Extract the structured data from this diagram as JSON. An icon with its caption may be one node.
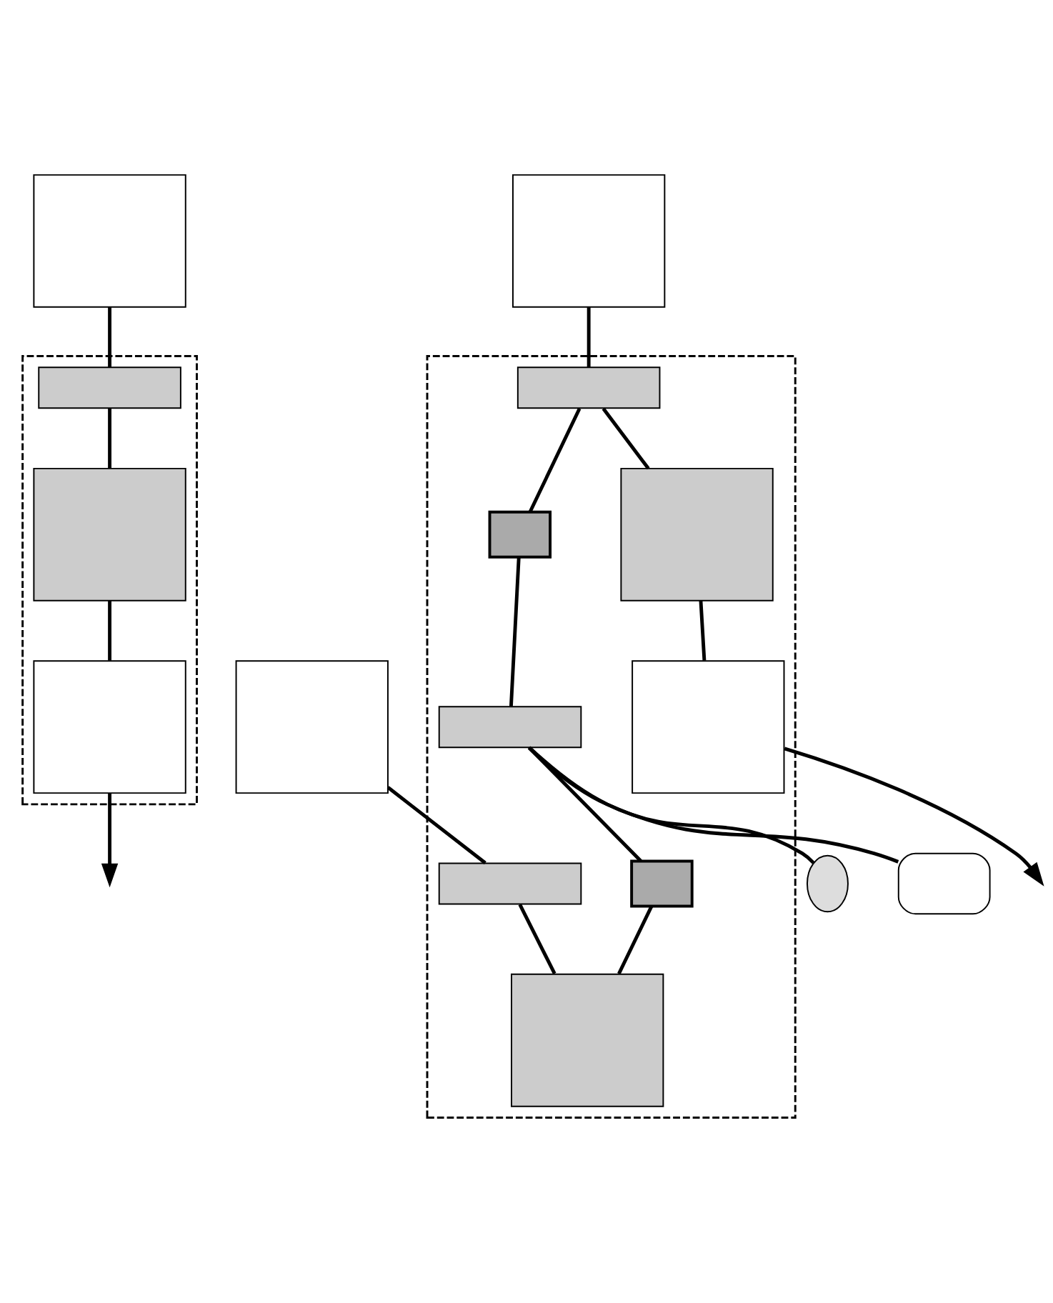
{
  "diagram": {
    "nodes": [
      {
        "text": [],
        "shape": "box"
      },
      {
        "text": [],
        "shape": "box"
      },
      {
        "text": [],
        "shape": "bar",
        "in": 0
      },
      {
        "text": [],
        "shape": "box",
        "in": 0
      },
      {
        "text": [],
        "shape": "box",
        "in": 0
      },
      {
        "text": [],
        "shape": "box"
      },
      {
        "text": [],
        "shape": "box"
      },
      {
        "text": [],
        "shape": "lamp"
      },
      {
        "text": [],
        "shape": "screen"
      },
      {
        "text": [],
        "shape": "box"
      },
      {
        "text": [],
        "shape": "bar",
        "in": 5
      },
      {
        "text": [],
        "shape": "meter",
        "in": 5
      },
      {
        "text": [],
        "shape": "bar",
        "in": 5
      },
      {
        "text": [],
        "shape": "meter",
        "in": 5
      },
      {
        "text": [],
        "shape": "bar",
        "in": 5
      },
      {
        "text": [],
        "shape": "box",
        "in": 5
      },
      {
        "text": [],
        "shape": "box",
        "in": 5
      },
      {
        "text": [],
        "shape": "box",
        "in": 5
      }
    ],
    "edges": [
      {
        "from": 1,
        "to": 2,
        "arrow": "none"
      },
      {
        "from": 2,
        "to": 3,
        "arrow": "none"
      },
      {
        "from": 3,
        "to": 4,
        "arrow": "none"
      },
      {
        "from": 4,
        "to": null,
        "arrow": "to"
      },
      {
        "from": 6,
        "to": 10,
        "arrow": "none"
      },
      {
        "from": 10,
        "to": 15,
        "arrow": "none"
      },
      {
        "from": 15,
        "to": 17,
        "arrow": "none"
      },
      {
        "from": 17,
        "to": null,
        "arrow": "to"
      },
      {
        "from": 10,
        "to": 11,
        "arrow": "none"
      },
      {
        "from": 11,
        "to": 12,
        "arrow": "none"
      },
      {
        "from": 12,
        "to": 7,
        "arrow": "none"
      },
      {
        "from": 12,
        "to": 8,
        "arrow": "none"
      },
      {
        "from": 12,
        "to": 13,
        "arrow": "none"
      },
      {
        "from": 13,
        "to": 16,
        "arrow": "none"
      },
      {
        "from": 9,
        "to": 14,
        "arrow": "none"
      },
      {
        "from": 14,
        "to": 16,
        "arrow": "none"
      }
    ]
  }
}
